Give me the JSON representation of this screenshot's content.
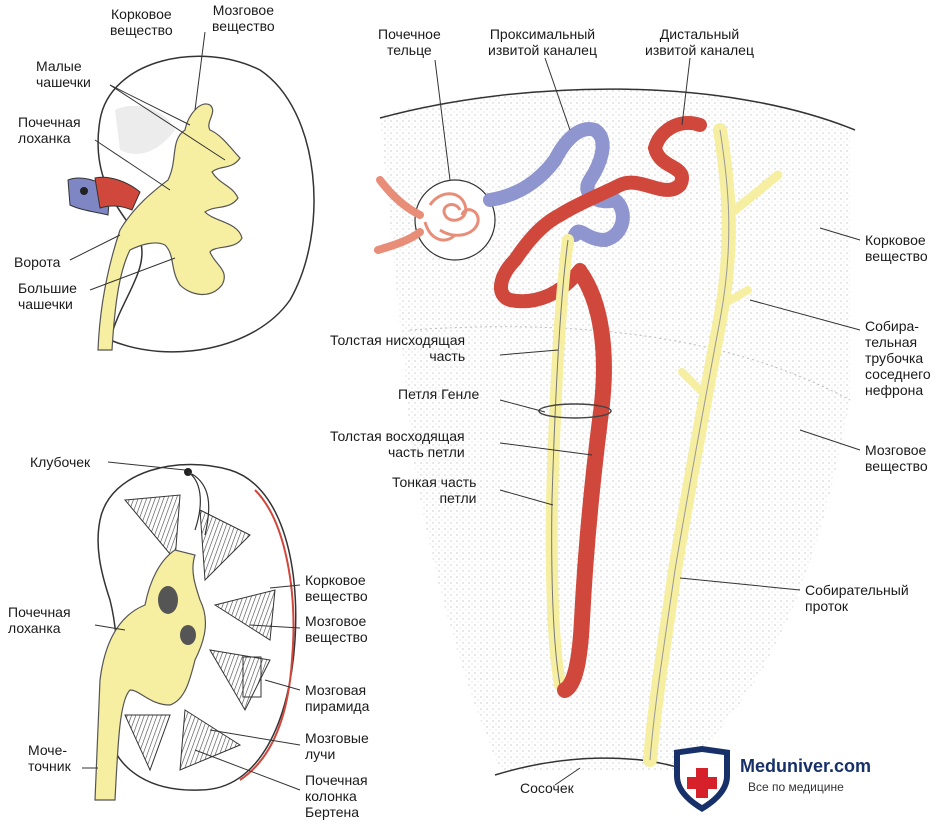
{
  "colors": {
    "urine_yellow": "#f6eea0",
    "artery_red": "#d0473c",
    "vein_blue": "#7e86c4",
    "medulla_dark": "#5a5a5a",
    "logo_blue": "#17306a",
    "logo_red": "#d6202a"
  },
  "kidney_top": {
    "cortex": "Корковое\nвещество",
    "medulla": "Мозговое\nвещество",
    "minor_calyces": "Малые\nчашечки",
    "pelvis": "Почечная\nлоханка",
    "hilum": "Ворота",
    "major_calyces": "Большие\nчашечки"
  },
  "kidney_bottom": {
    "glomerulus": "Клубочек",
    "cortex": "Корковое\nвещество",
    "medulla": "Мозговое\nвещество",
    "pelvis": "Почечная\nлоханка",
    "pyramid": "Мозговая\nпирамида",
    "ureter": "Моче-\nточник",
    "medullary_rays": "Мозговые\nлучи",
    "column": "Почечная\nколонка\nБертена"
  },
  "nephron": {
    "corpuscle": "Почечное\nтельце",
    "proximal": "Проксимальный\nизвитой каналец",
    "distal": "Дистальный\nизвитой каналец",
    "cortex": "Корковое\nвещество",
    "collecting_tubule": "Собира-\nтельная\nтрубочка\nсоседнего\nнефрона",
    "thick_descending": "Толстая нисходящая\nчасть",
    "loop": "Петля Генле",
    "thick_ascending": "Толстая восходящая\nчасть петли",
    "thin": "Тонкая часть\nпетли",
    "medulla": "Мозговое\nвещество",
    "collecting_duct": "Собирательный\nпроток",
    "papilla": "Сосочек"
  },
  "logo": {
    "name": "Meduniver.com",
    "tagline": "Все по медицине"
  }
}
